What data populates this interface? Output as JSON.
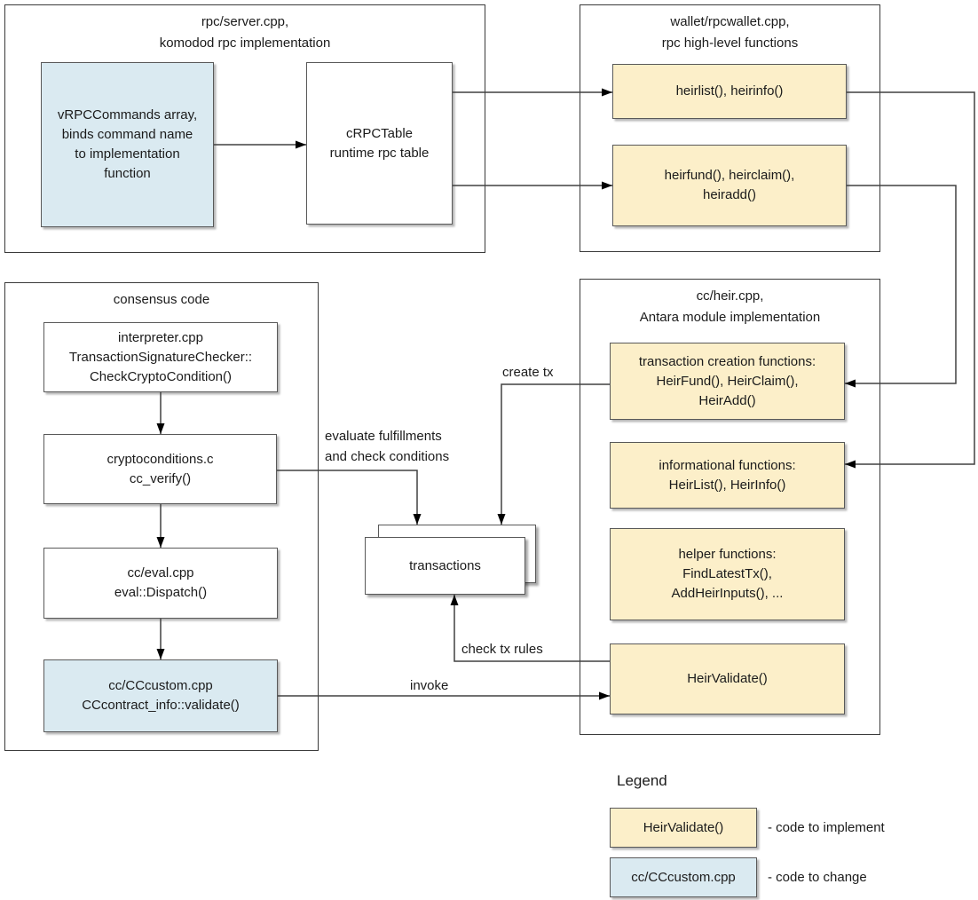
{
  "diagram": {
    "containers": {
      "rpc_server": {
        "title_line1": "rpc/server.cpp,",
        "title_line2": "komodod rpc implementation"
      },
      "wallet": {
        "title_line1": "wallet/rpcwallet.cpp,",
        "title_line2": "rpc high-level functions"
      },
      "consensus": {
        "title_line1": "consensus code"
      },
      "heir": {
        "title_line1": "cc/heir.cpp,",
        "title_line2": "Antara module implementation"
      }
    },
    "boxes": {
      "vrpc": {
        "lines": [
          "vRPCCommands array,",
          "binds command name",
          "to implementation",
          "function"
        ]
      },
      "crpctable": {
        "lines": [
          "cRPCTable",
          "runtime rpc table"
        ]
      },
      "heirlist_rpc": {
        "lines": [
          "heirlist(), heirinfo()"
        ]
      },
      "heirfund_rpc": {
        "lines": [
          "heirfund(), heirclaim(),",
          "heiradd()"
        ]
      },
      "interpreter": {
        "lines": [
          "interpreter.cpp",
          "TransactionSignatureChecker::",
          "CheckCryptoCondition()"
        ]
      },
      "cryptoconditions": {
        "lines": [
          "cryptoconditions.c",
          "cc_verify()"
        ]
      },
      "cceval": {
        "lines": [
          "cc/eval.cpp",
          "eval::Dispatch()"
        ]
      },
      "cccustom": {
        "lines": [
          "cc/CCcustom.cpp",
          "CCcontract_info::validate()"
        ]
      },
      "tx_creation": {
        "lines": [
          "transaction creation functions:",
          "HeirFund(), HeirClaim(),",
          "HeirAdd()"
        ]
      },
      "informational": {
        "lines": [
          "informational functions:",
          "HeirList(), HeirInfo()"
        ]
      },
      "helpers": {
        "lines": [
          "helper functions:",
          "FindLatestTx(),",
          "AddHeirInputs(), ..."
        ]
      },
      "heirvalidate": {
        "lines": [
          "HeirValidate()"
        ]
      },
      "transactions": {
        "label": "transactions"
      }
    },
    "edge_labels": {
      "create_tx": "create tx",
      "evaluate_line1": "evaluate fulfillments",
      "evaluate_line2": "and check conditions",
      "check_tx_rules": "check tx rules",
      "invoke": "invoke"
    },
    "legend": {
      "title": "Legend",
      "items": [
        {
          "box_label": "HeirValidate()",
          "description": "- code to implement"
        },
        {
          "box_label": "cc/CCcustom.cpp",
          "description": "- code to change"
        }
      ]
    },
    "colors": {
      "implement_fill": "#FCEFC9",
      "change_fill": "#DAEAF1",
      "box_border": "#595959",
      "container_border": "#3A3A3A",
      "line": "#404040",
      "arrow": "#000000"
    }
  }
}
